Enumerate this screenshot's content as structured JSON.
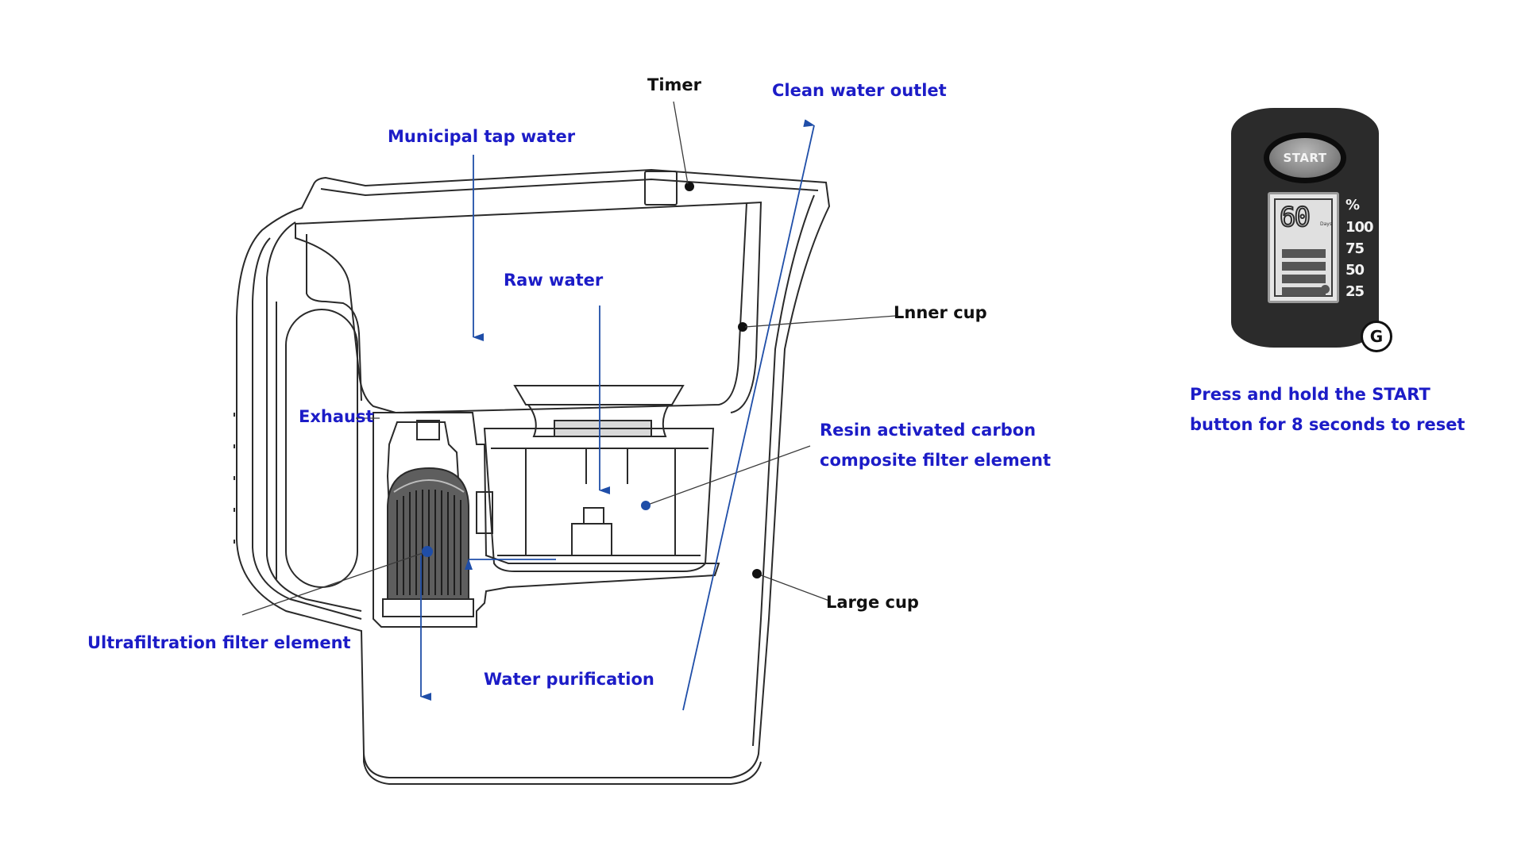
{
  "labels": {
    "timer": "Timer",
    "clean_water_outlet": "Clean water outlet",
    "municipal_tap_water": "Municipal tap water",
    "raw_water": "Raw water",
    "inner_cup": "Lnner cup",
    "exhaust": "Exhaust",
    "resin_line_1": "Resin activated carbon",
    "resin_line_2": "composite filter element",
    "large_cup": "Large cup",
    "ultrafiltration": "Ultrafiltration filter element",
    "water_purification": "Water purification"
  },
  "timer_device": {
    "button_label": "START",
    "display_value": "60",
    "display_unit": "Days",
    "percent_symbol": "%",
    "scale": [
      "100",
      "75",
      "50",
      "25"
    ],
    "badge": "G",
    "filled_bars": 4
  },
  "instructions": {
    "line_1": "Press and hold the START",
    "line_2": "button for 8 seconds to reset"
  },
  "colors": {
    "label_blue": "#1c1cc7",
    "arrow_blue": "#1f4ea8",
    "outline": "#2a2a2a",
    "label_black": "#111111"
  }
}
